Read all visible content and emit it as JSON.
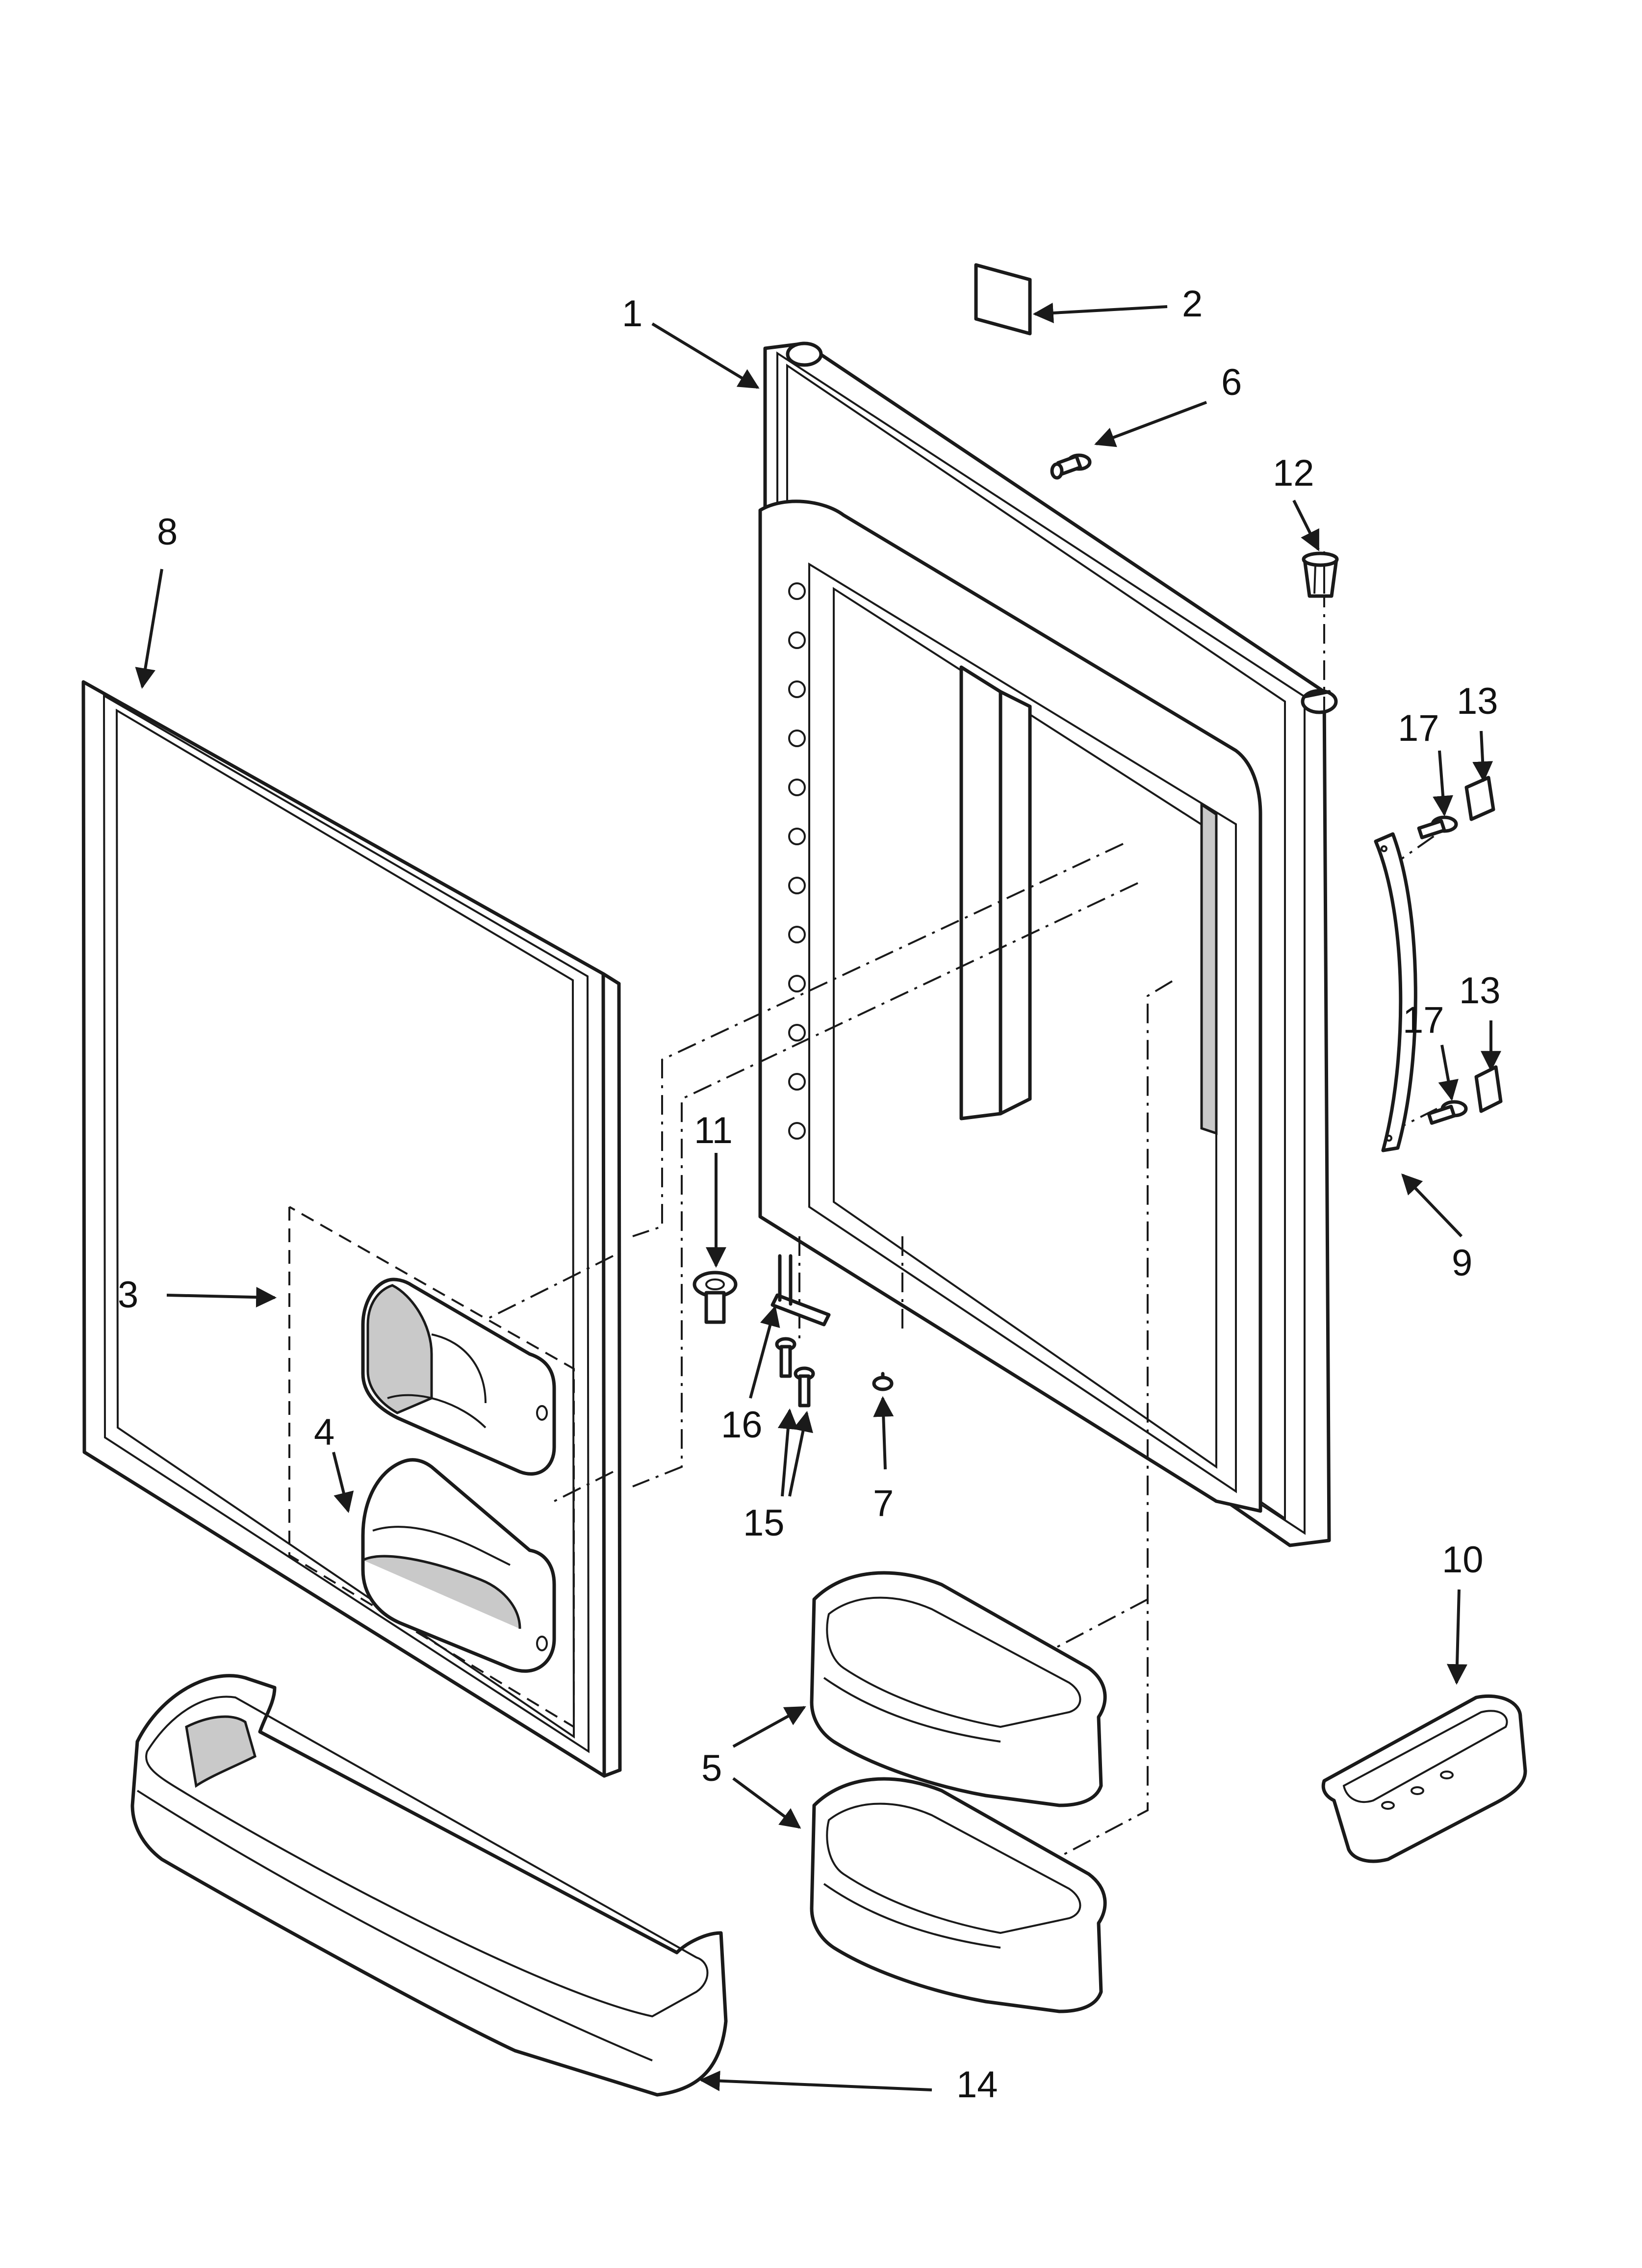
{
  "callouts": [
    {
      "id": "c1",
      "text": "1"
    },
    {
      "id": "c2",
      "text": "2"
    },
    {
      "id": "c3",
      "text": "3"
    },
    {
      "id": "c4",
      "text": "4"
    },
    {
      "id": "c5",
      "text": "5"
    },
    {
      "id": "c6",
      "text": "6"
    },
    {
      "id": "c7",
      "text": "7"
    },
    {
      "id": "c8",
      "text": "8"
    },
    {
      "id": "c9",
      "text": "9"
    },
    {
      "id": "c10",
      "text": "10"
    },
    {
      "id": "c11",
      "text": "11"
    },
    {
      "id": "c12",
      "text": "12"
    },
    {
      "id": "c13a",
      "text": "13"
    },
    {
      "id": "c13b",
      "text": "13"
    },
    {
      "id": "c14",
      "text": "14"
    },
    {
      "id": "c15",
      "text": "15"
    },
    {
      "id": "c16",
      "text": "16"
    },
    {
      "id": "c17a",
      "text": "17"
    },
    {
      "id": "c17b",
      "text": "17"
    }
  ]
}
